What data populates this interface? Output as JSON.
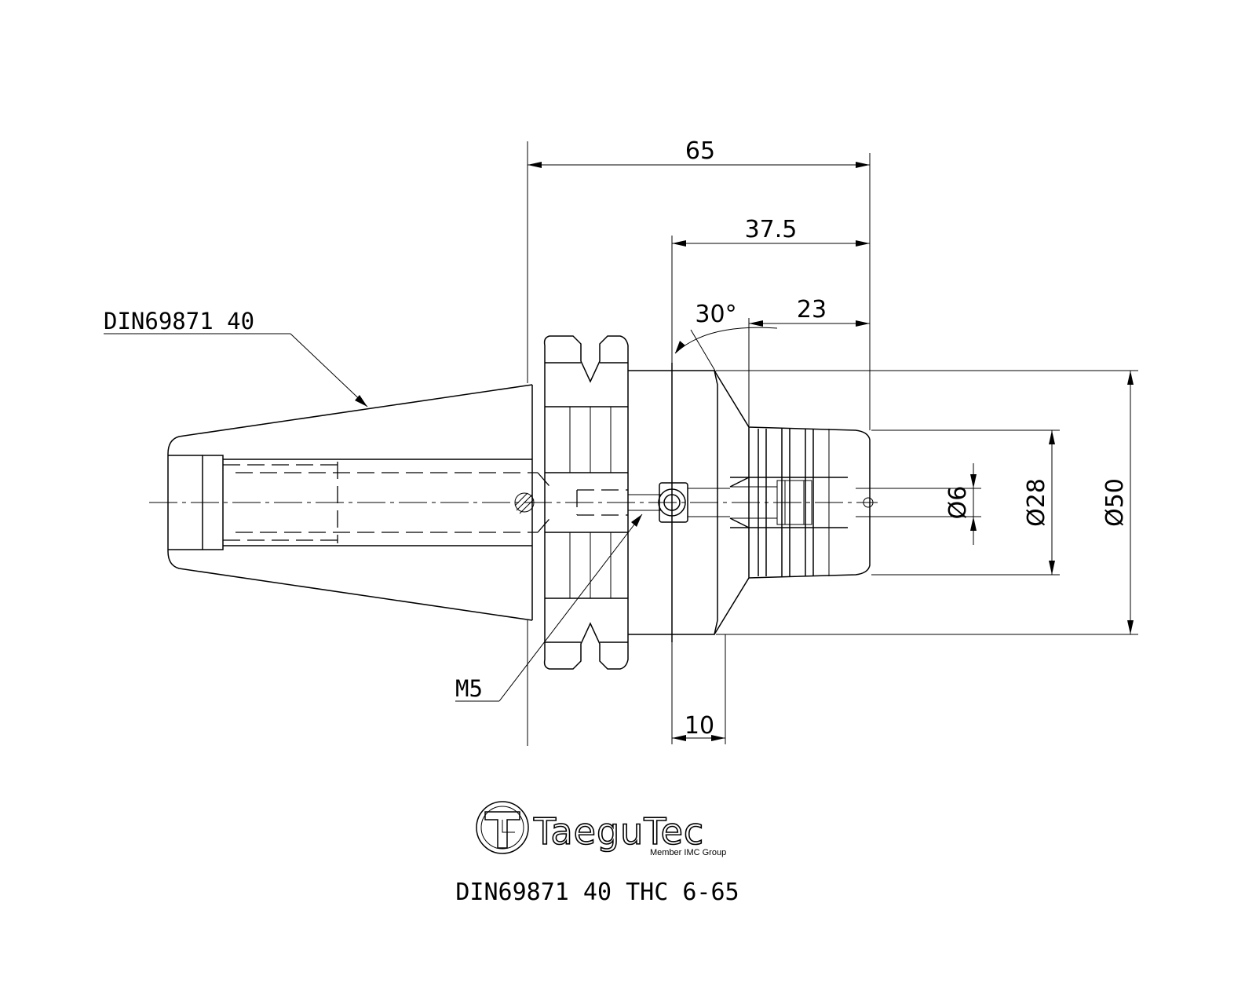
{
  "drawing": {
    "part_label": "DIN69871 40",
    "thread_label": "M5",
    "title": "DIN69871 40 THC 6-65"
  },
  "dimensions": {
    "overall_length": "65",
    "length_37_5": "37.5",
    "length_23": "23",
    "angle": "30°",
    "flange_offset": "10",
    "dia_6": "Ø6",
    "dia_28": "Ø28",
    "dia_50": "Ø50"
  },
  "logo": {
    "brand": "TaeguTec",
    "tagline": "Member IMC Group"
  }
}
